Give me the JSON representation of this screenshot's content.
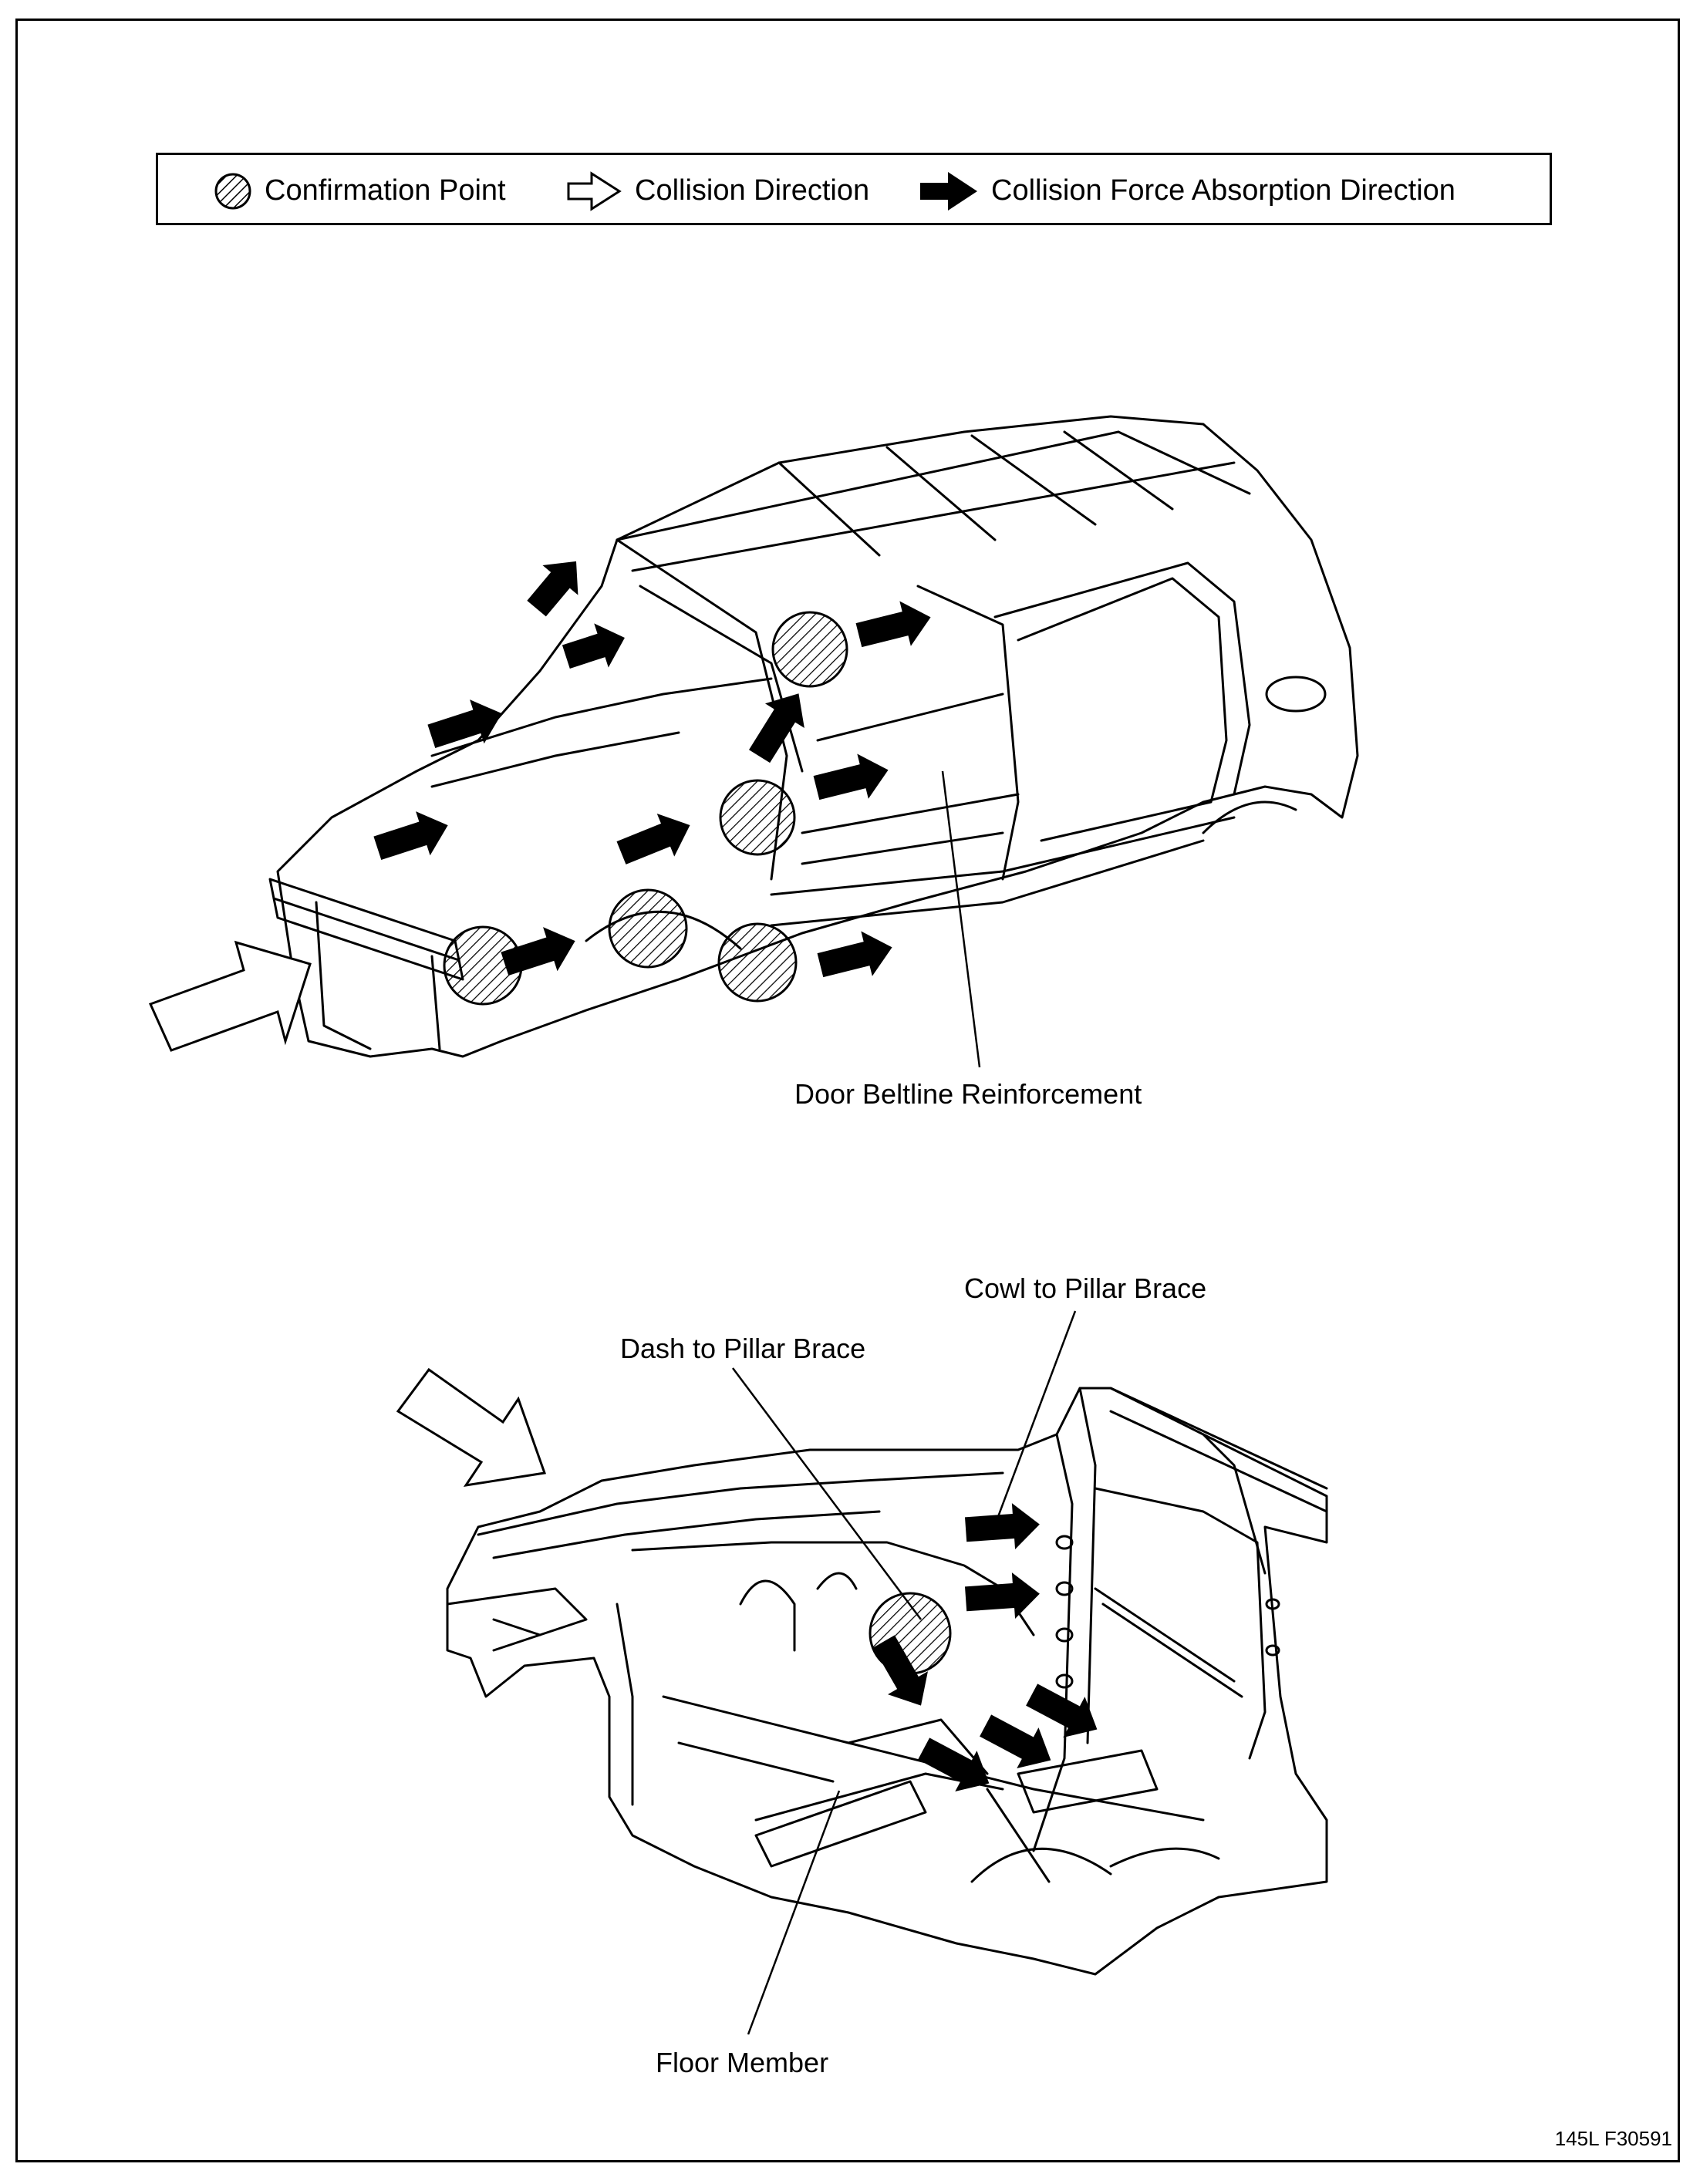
{
  "legend": {
    "confirmation_point": "Confirmation Point",
    "collision_direction": "Collision Direction",
    "absorption_direction": "Collision Force Absorption Direction"
  },
  "top_view": {
    "callouts": {
      "door_beltline": "Door Beltline Reinforcement"
    }
  },
  "bottom_view": {
    "callouts": {
      "cowl_brace": "Cowl to Pillar Brace",
      "dash_brace": "Dash to Pillar Brace",
      "floor_member": "Floor Member"
    }
  },
  "figure_id": "145L F30591",
  "icons": {
    "confirmation_point": "hatched-circle-icon",
    "collision_direction": "outline-arrow-icon",
    "absorption_direction": "solid-arrow-icon"
  }
}
